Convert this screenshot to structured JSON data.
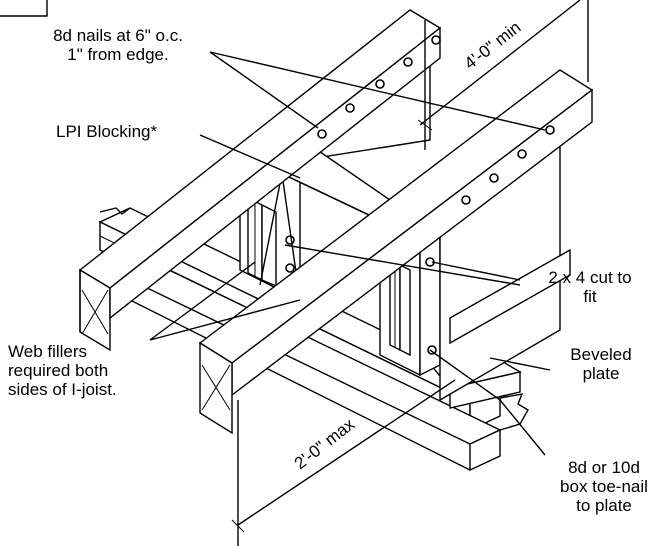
{
  "labels": {
    "nails": [
      "8d nails at 6\" o.c.",
      "1\" from edge."
    ],
    "blocking": "LPI Blocking*",
    "web_fillers": [
      "Web fillers",
      "required both",
      "sides of I-joist."
    ],
    "cut": [
      "2 x 4 cut to",
      "fit"
    ],
    "beveled": [
      "Beveled",
      "plate"
    ],
    "toe_nail": [
      "8d or 10d",
      "box toe-nail",
      "to plate"
    ]
  },
  "dimensions": {
    "top": "4'-0\" min",
    "bottom": "2'-0\" max"
  }
}
